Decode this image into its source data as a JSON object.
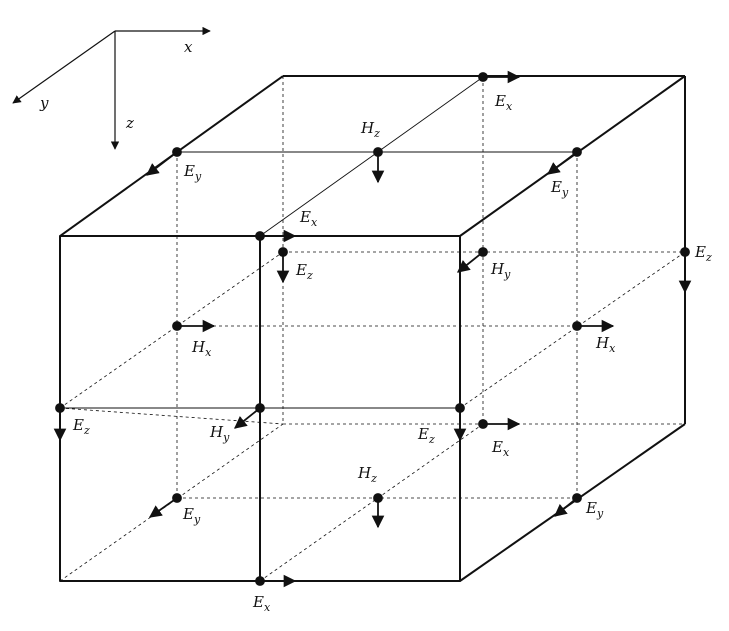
{
  "axes": {
    "x": {
      "label": "x"
    },
    "y": {
      "label": "y"
    },
    "z": {
      "label": "z"
    }
  },
  "components": [
    {
      "id": "ex-top-back",
      "letter": "E",
      "sub": "x"
    },
    {
      "id": "hz-top",
      "letter": "H",
      "sub": "z"
    },
    {
      "id": "ey-top-left",
      "letter": "E",
      "sub": "y"
    },
    {
      "id": "ey-top-right",
      "letter": "E",
      "sub": "y"
    },
    {
      "id": "ex-top-front",
      "letter": "E",
      "sub": "x"
    },
    {
      "id": "ez-front-inner",
      "letter": "E",
      "sub": "z"
    },
    {
      "id": "hy-right",
      "letter": "H",
      "sub": "y"
    },
    {
      "id": "ez-right",
      "letter": "E",
      "sub": "z"
    },
    {
      "id": "hx-left",
      "letter": "H",
      "sub": "x"
    },
    {
      "id": "hx-right",
      "letter": "H",
      "sub": "x"
    },
    {
      "id": "ez-left",
      "letter": "E",
      "sub": "z"
    },
    {
      "id": "hy-center",
      "letter": "H",
      "sub": "y"
    },
    {
      "id": "ez-center",
      "letter": "E",
      "sub": "z"
    },
    {
      "id": "ex-mid-right",
      "letter": "E",
      "sub": "x"
    },
    {
      "id": "hz-bottom",
      "letter": "H",
      "sub": "z"
    },
    {
      "id": "ey-bottom-left",
      "letter": "E",
      "sub": "y"
    },
    {
      "id": "ey-bottom-right",
      "letter": "E",
      "sub": "y"
    },
    {
      "id": "ex-bottom",
      "letter": "E",
      "sub": "x"
    }
  ],
  "colors": {
    "stroke": "#111111",
    "background": "#ffffff"
  }
}
